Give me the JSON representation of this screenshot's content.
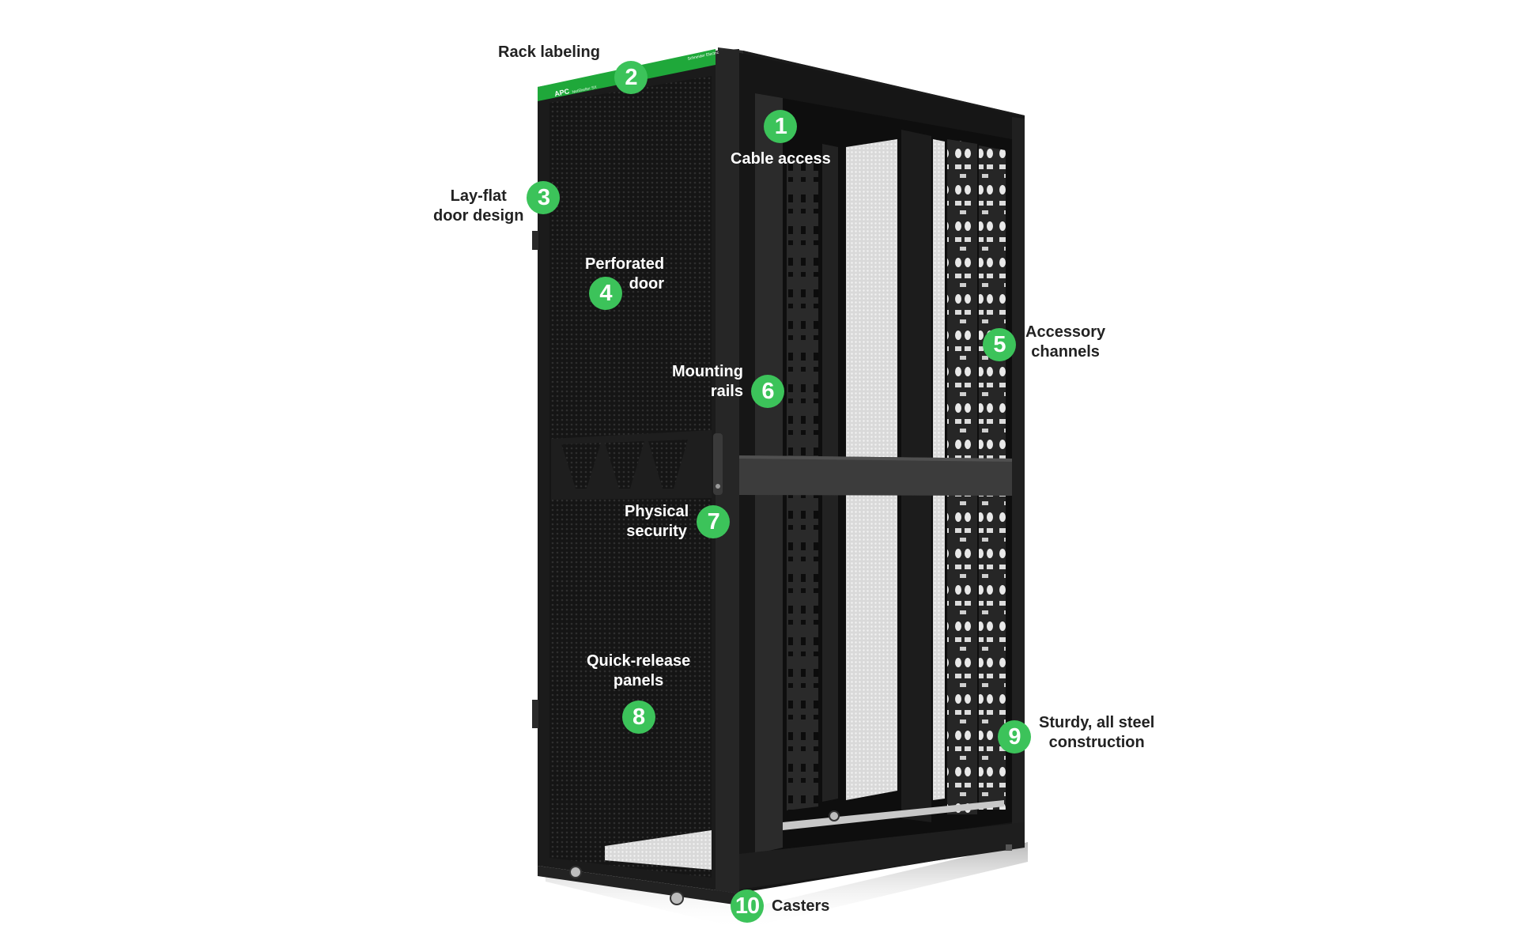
{
  "figure": {
    "subject": "Server rack enclosure with numbered feature callouts",
    "colors": {
      "badge": "#3cc35a",
      "brand_band": "#1fa83a",
      "rack_body": "#1a1a1a",
      "label_dark": "#222222",
      "label_light": "#ffffff",
      "background": "#ffffff"
    },
    "brand_band": {
      "left_logo": "APC",
      "model": "NetShelter SX",
      "right_logo": "Schneider Electric"
    },
    "callouts": [
      {
        "number": "1",
        "lines": [
          "Cable access"
        ]
      },
      {
        "number": "2",
        "lines": [
          "Rack labeling"
        ]
      },
      {
        "number": "3",
        "lines": [
          "Lay-flat",
          "door design"
        ]
      },
      {
        "number": "4",
        "lines": [
          "Perforated",
          "door"
        ]
      },
      {
        "number": "5",
        "lines": [
          "Accessory",
          "channels"
        ]
      },
      {
        "number": "6",
        "lines": [
          "Mounting",
          "rails"
        ]
      },
      {
        "number": "7",
        "lines": [
          "Physical",
          "security"
        ]
      },
      {
        "number": "8",
        "lines": [
          "Quick-release",
          "panels"
        ]
      },
      {
        "number": "9",
        "lines": [
          "Sturdy, all steel",
          "construction"
        ]
      },
      {
        "number": "10",
        "lines": [
          "Casters"
        ]
      }
    ]
  }
}
